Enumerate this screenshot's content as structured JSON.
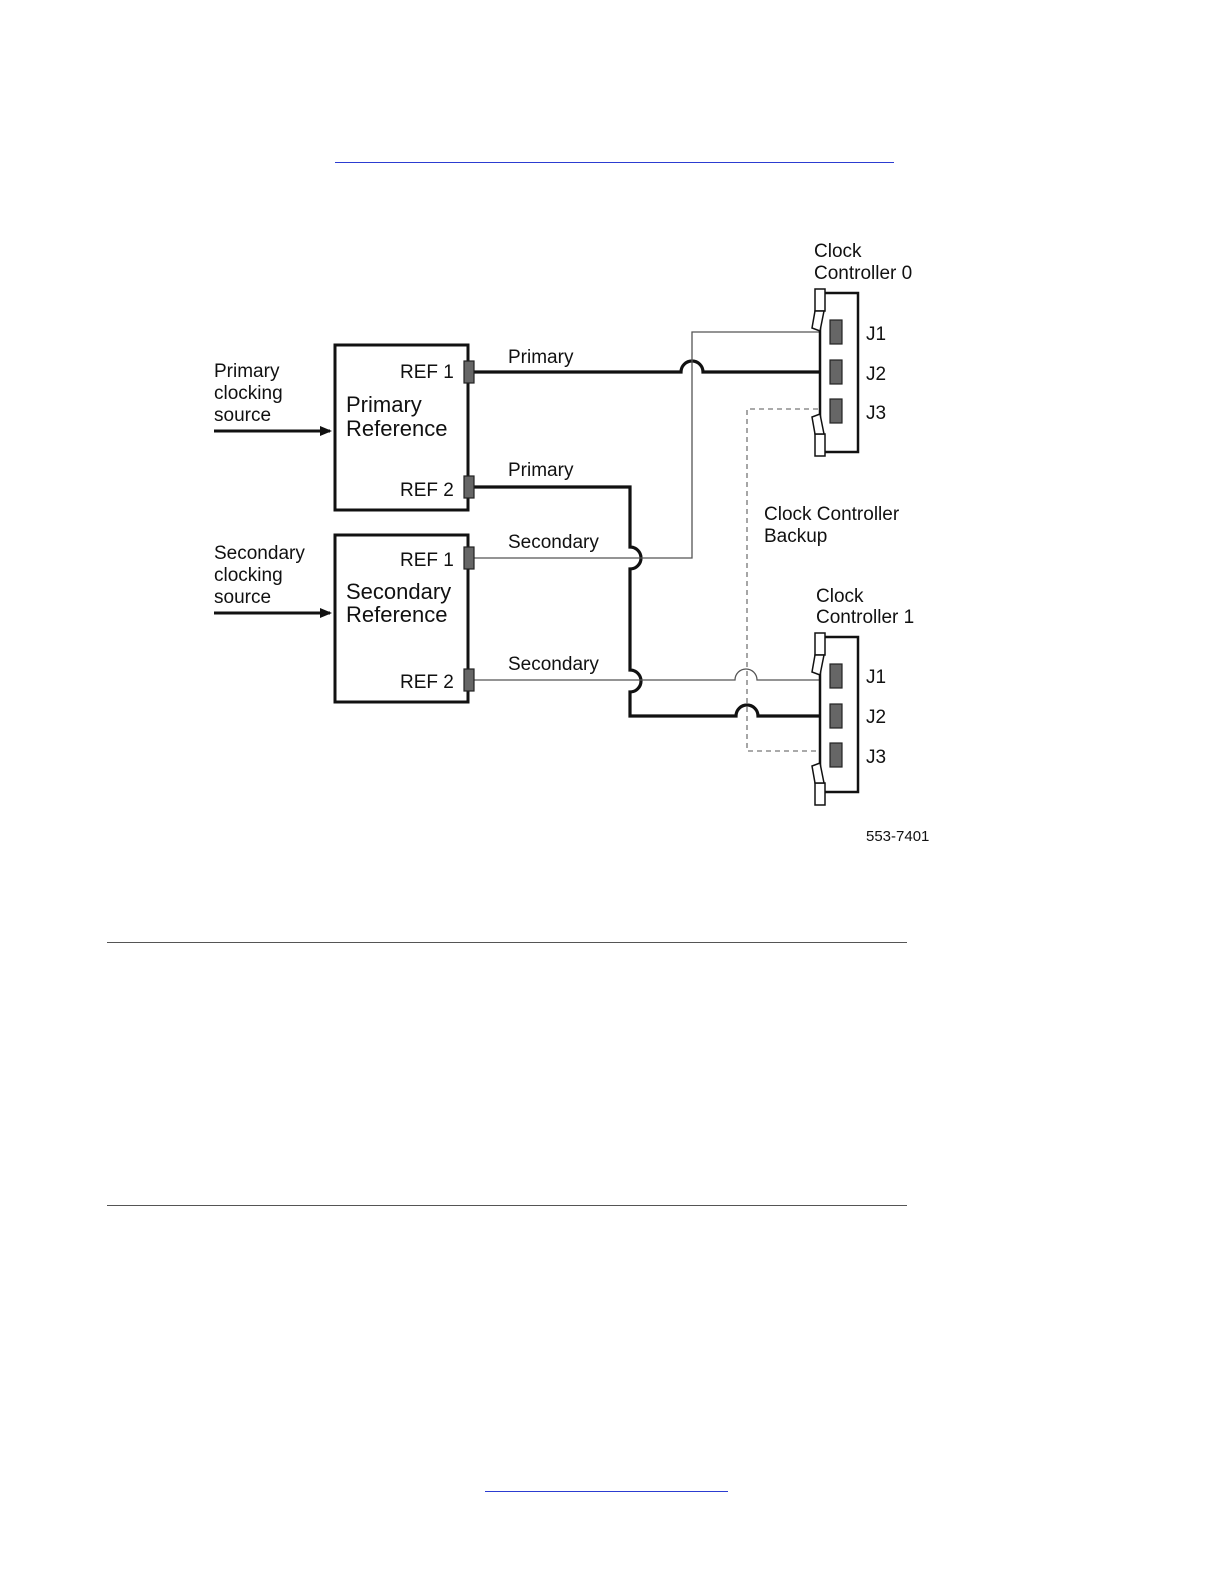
{
  "diagram": {
    "inputs": {
      "primary_source": [
        "Primary",
        "clocking",
        "source"
      ],
      "secondary_source": [
        "Secondary",
        "clocking",
        "source"
      ]
    },
    "primary_reference": {
      "title": [
        "Primary",
        "Reference"
      ],
      "ref1": "REF 1",
      "ref2": "REF 2"
    },
    "secondary_reference": {
      "title": [
        "Secondary",
        "Reference"
      ],
      "ref1": "REF 1",
      "ref2": "REF 2"
    },
    "links": {
      "p_ref1": "Primary",
      "p_ref2": "Primary",
      "s_ref1": "Secondary",
      "s_ref2": "Secondary"
    },
    "clock_controller_0": {
      "title": [
        "Clock",
        "Controller 0"
      ],
      "ports": [
        "J1",
        "J2",
        "J3"
      ]
    },
    "clock_controller_1": {
      "title": [
        "Clock",
        "Controller 1"
      ],
      "ports": [
        "J1",
        "J2",
        "J3"
      ]
    },
    "backup_label": [
      "Clock Controller",
      "Backup"
    ],
    "figure_id": "553-7401"
  }
}
